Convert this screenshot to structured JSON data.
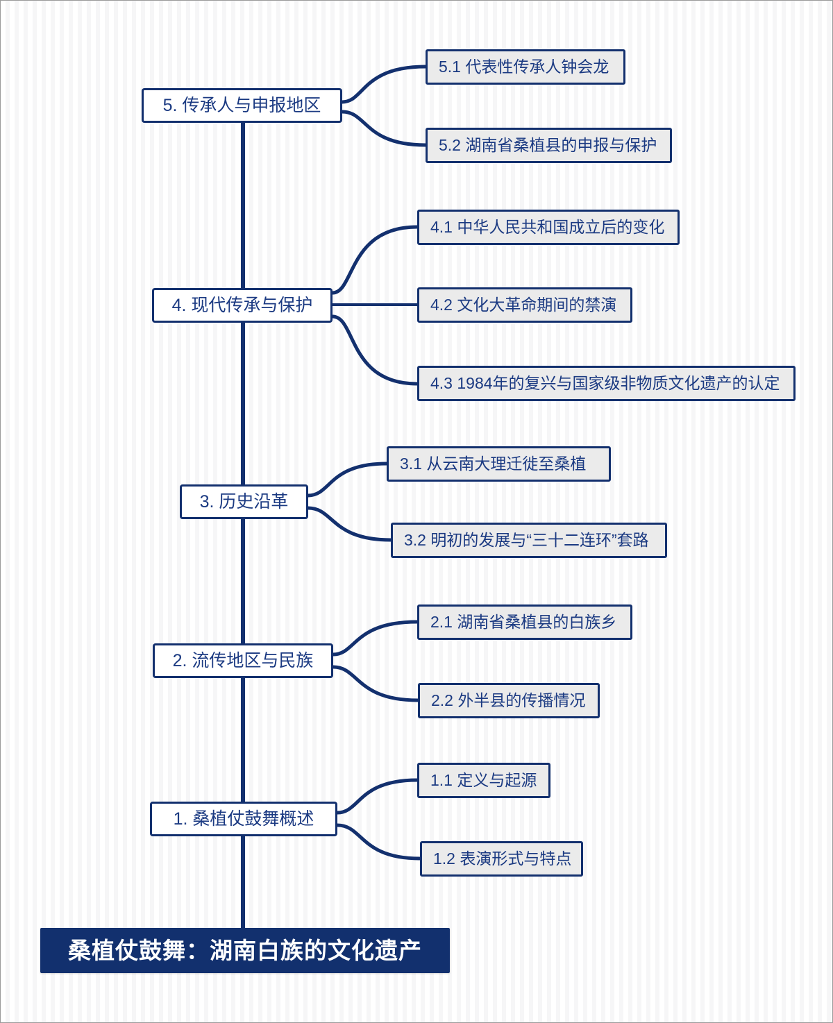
{
  "diagram": {
    "type": "mind-map",
    "orientation": "vertical-trunk-right-branches",
    "colors": {
      "accent": "#12306e",
      "branch_line": "#13306e",
      "root_fill": "#12306e",
      "root_text": "#ffffff",
      "level1_fill": "#ffffff",
      "level2_fill": "#ebebeb",
      "node_text": "#1b3a82",
      "background": "#ffffff",
      "stripe": "#f6f6f7"
    },
    "root": {
      "label": "桑植仗鼓舞：湖南白族的文化遗产"
    },
    "branches": [
      {
        "label": "5. 传承人与申报地区",
        "children": [
          {
            "label": "5.1 代表性传承人钟会龙"
          },
          {
            "label": "5.2 湖南省桑植县的申报与保护"
          }
        ]
      },
      {
        "label": "4. 现代传承与保护",
        "children": [
          {
            "label": "4.1 中华人民共和国成立后的变化"
          },
          {
            "label": "4.2 文化大革命期间的禁演"
          },
          {
            "label": "4.3 1984年的复兴与国家级非物质文化遗产的认定"
          }
        ]
      },
      {
        "label": "3. 历史沿革",
        "children": [
          {
            "label": "3.1 从云南大理迁徙至桑植"
          },
          {
            "label": "3.2 明初的发展与“三十二连环”套路"
          }
        ]
      },
      {
        "label": "2. 流传地区与民族",
        "children": [
          {
            "label": "2.1 湖南省桑植县的白族乡"
          },
          {
            "label": "2.2 外半县的传播情况"
          }
        ]
      },
      {
        "label": "1. 桑植仗鼓舞概述",
        "children": [
          {
            "label": "1.1 定义与起源"
          },
          {
            "label": "1.2 表演形式与特点"
          }
        ]
      }
    ]
  }
}
